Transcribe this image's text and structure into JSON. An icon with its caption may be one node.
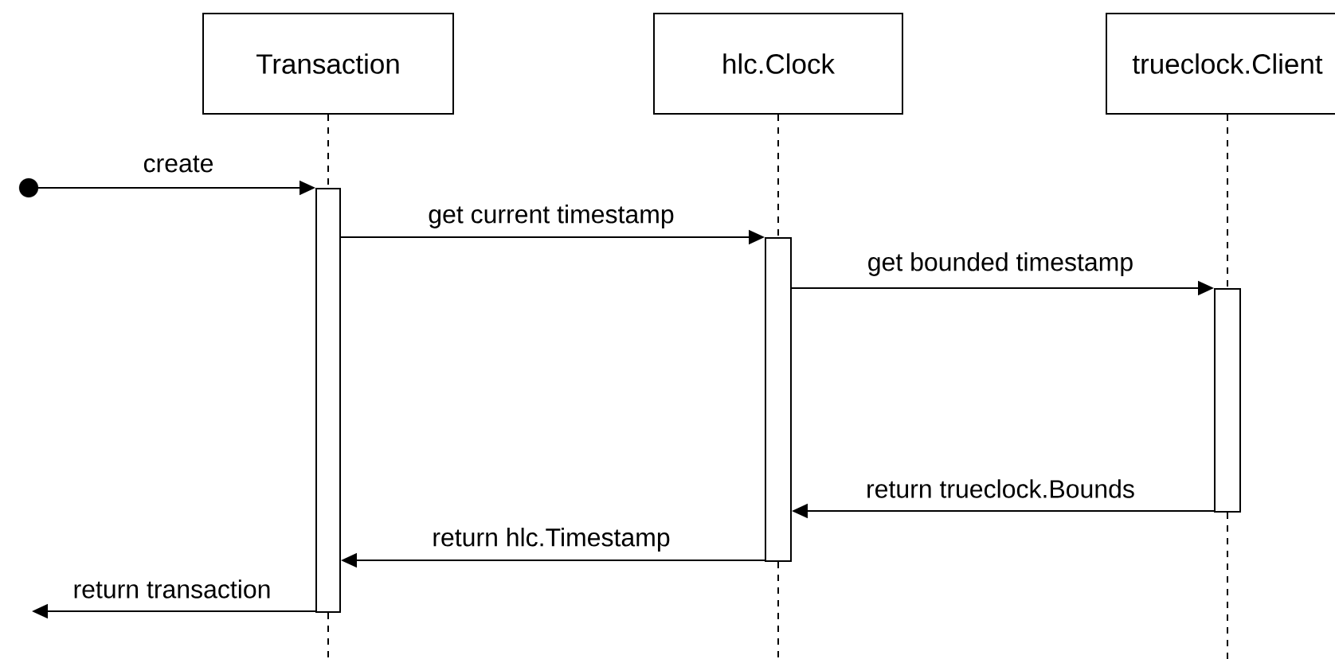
{
  "diagram": {
    "nodes": [
      {
        "text": [
          "Transaction"
        ]
      },
      {
        "text": [
          "hlc.Clock"
        ]
      },
      {
        "text": [
          "trueclock.Client"
        ]
      },
      {
        "text": [],
        "shape": "bar"
      },
      {
        "text": [],
        "shape": "bar"
      },
      {
        "text": [],
        "shape": "bar"
      },
      {
        "text": [],
        "shape": "circle"
      }
    ],
    "edges": [
      {
        "from": 6,
        "to": 3,
        "arrow": "to",
        "label": "create"
      },
      {
        "from": 3,
        "to": 4,
        "arrow": "to",
        "label": "get current timestamp"
      },
      {
        "from": 4,
        "to": 5,
        "arrow": "to",
        "label": "get bounded timestamp"
      },
      {
        "from": 5,
        "to": 4,
        "arrow": "to",
        "label": "return trueclock.Bounds"
      },
      {
        "from": 4,
        "to": 3,
        "arrow": "to",
        "label": "return hlc.Timestamp"
      },
      {
        "from": 3,
        "to": null,
        "arrow": "to",
        "label": "return transaction"
      },
      {
        "from": 0,
        "to": 3,
        "arrow": "none",
        "style": "dashed"
      },
      {
        "from": 1,
        "to": 4,
        "arrow": "none",
        "style": "dashed"
      },
      {
        "from": 2,
        "to": 5,
        "arrow": "none",
        "style": "dashed"
      },
      {
        "from": 3,
        "to": null,
        "arrow": "none",
        "style": "dashed"
      },
      {
        "from": 4,
        "to": null,
        "arrow": "none",
        "style": "dashed"
      },
      {
        "from": 5,
        "to": null,
        "arrow": "none",
        "style": "dashed"
      }
    ]
  }
}
